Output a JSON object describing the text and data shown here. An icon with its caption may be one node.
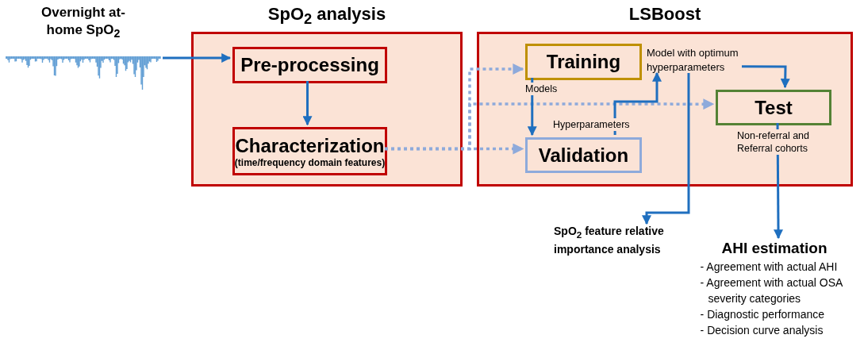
{
  "diagram": {
    "nodes": [
      {
        "text": [
          "Overnight at-home SpO$_{2}$"
        ]
      },
      {
        "text": [
          "SpO$_{2}$ analysis"
        ]
      },
      {
        "text": [
          "Pre-processing"
        ],
        "in": 1
      },
      {
        "text": [
          "Characterization",
          "(time/frequency domain features)"
        ],
        "in": 1
      },
      {
        "text": [
          "LSBoost"
        ]
      },
      {
        "text": [
          "Training"
        ],
        "in": 4
      },
      {
        "text": [
          "Validation"
        ],
        "in": 4
      },
      {
        "text": [
          "Test"
        ],
        "in": 4
      },
      {
        "text": [
          "Model with optimum hyperparameters"
        ],
        "in": 4
      },
      {
        "text": [
          "SpO$_{2}$ feature relative importance analysis"
        ]
      },
      {
        "text": [
          "AHI estimation",
          "- Agreement with actual AHI",
          "- Agreement with actual OSA severity categories",
          "- Diagnostic performance",
          "- Decision curve analysis"
        ]
      }
    ],
    "edges": [
      {
        "from": 0,
        "to": 2,
        "arrow": "to"
      },
      {
        "from": 2,
        "to": 3,
        "arrow": "to"
      },
      {
        "from": 3,
        "to": 5,
        "arrow": "to",
        "style": "dashed",
        "color": "#8eaadb"
      },
      {
        "from": 3,
        "to": 6,
        "arrow": "to",
        "style": "dashed",
        "color": "#8eaadb"
      },
      {
        "from": 3,
        "to": 7,
        "arrow": "to",
        "style": "dashed",
        "color": "#8eaadb"
      },
      {
        "from": 5,
        "to": 6,
        "label": "Models",
        "arrow": "to"
      },
      {
        "from": 6,
        "to": 8,
        "label": "Hyperparameters",
        "arrow": "to"
      },
      {
        "from": 8,
        "to": 7,
        "arrow": "to"
      },
      {
        "from": 8,
        "to": 9,
        "arrow": "to"
      },
      {
        "from": 7,
        "to": 10,
        "label": "Non-referral and Referral cohorts",
        "arrow": "to"
      }
    ]
  }
}
